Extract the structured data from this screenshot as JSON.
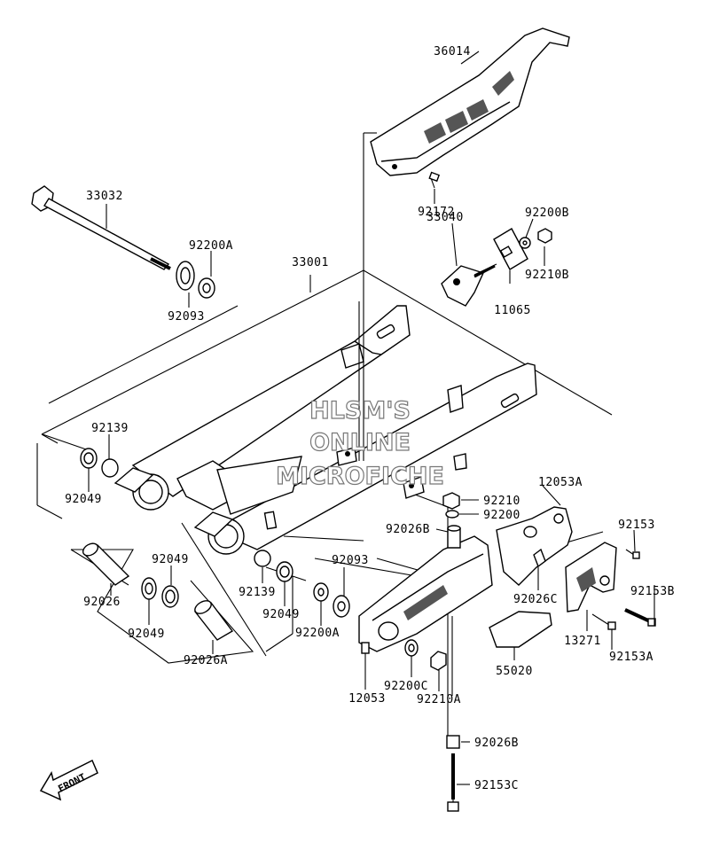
{
  "labels": {
    "l36014": "36014",
    "l92172": "92172",
    "l33032": "33032",
    "l92200A_top": "92200A",
    "l92093_top": "92093",
    "l33001": "33001",
    "l33040": "33040",
    "l92200B": "92200B",
    "l92210B": "92210B",
    "l11065": "11065",
    "l92139_left": "92139",
    "l92049_left": "92049",
    "l92026": "92026",
    "l92049_a": "92049",
    "l92049_b": "92049",
    "l92026A": "92026A",
    "l92139_mid": "92139",
    "l92049_mid": "92049",
    "l92093_mid": "92093",
    "l92200A_mid": "92200A",
    "l92210": "92210",
    "l92200": "92200",
    "l92026B_mid": "92026B",
    "l12053A": "12053A",
    "l92026C": "92026C",
    "l92153": "92153",
    "l92153B": "92153B",
    "l13271": "13271",
    "l92153A": "92153A",
    "l55020": "55020",
    "l12053": "12053",
    "l92200C": "92200C",
    "l92210A": "92210A",
    "l92026B_bot": "92026B",
    "l92153C": "92153C"
  },
  "watermark": {
    "line1": "HLSM'S",
    "line2": "ONLINE",
    "line3": "MICROFICHE"
  },
  "front_marker": "FRONT"
}
